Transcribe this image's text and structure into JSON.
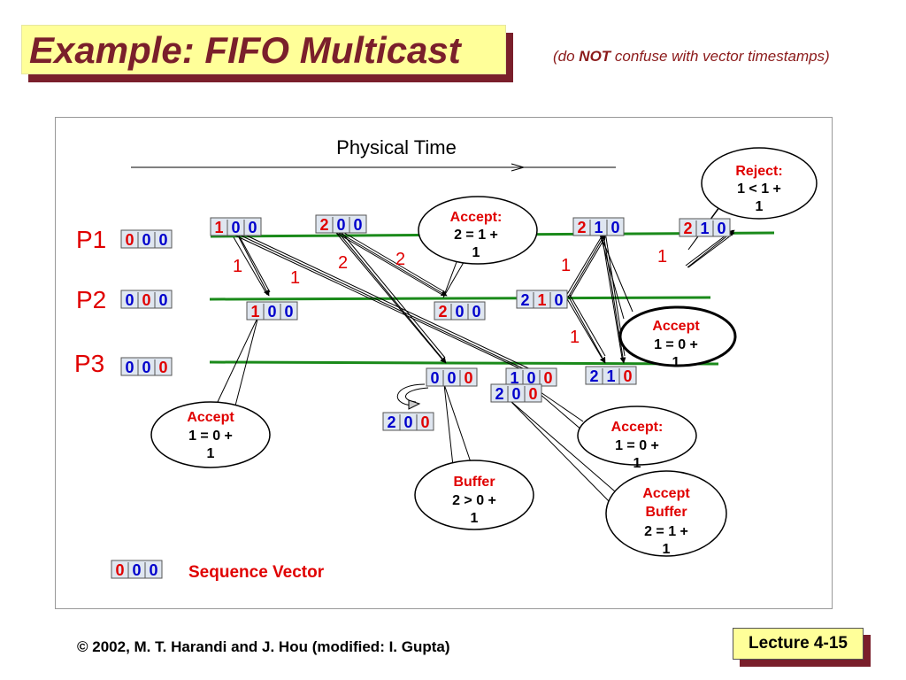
{
  "title": "Example: FIFO Multicast",
  "subtitle": {
    "prefix": "(do ",
    "emphasis": "NOT",
    "suffix": " confuse with vector timestamps)"
  },
  "diagram": {
    "physical_time_label": "Physical Time",
    "process_labels": [
      "P1",
      "P2",
      "P3"
    ],
    "legend_label": "Sequence Vector",
    "message_labels": [
      "1",
      "1",
      "2",
      "2",
      "1",
      "1",
      "1"
    ],
    "callouts": [
      {
        "line1": "Reject:",
        "line2": "1 < 1 +",
        "line3": "1"
      },
      {
        "line1": "Accept:",
        "line2": "2 = 1 +",
        "line3": "1"
      },
      {
        "line1": "Accept",
        "line2": "1 = 0 +",
        "line3": "1"
      },
      {
        "line1": "Accept",
        "line2": "1 = 0 +",
        "line3": "1"
      },
      {
        "line1": "Accept:",
        "line2": "1 = 0 +",
        "line3": "1"
      },
      {
        "line1": "Buffer",
        "line2": "2 > 0 +",
        "line3": "1"
      },
      {
        "line1": "Accept",
        "line2": "Buffer",
        "line3": "2 = 1 +",
        "line4": "1"
      }
    ],
    "vectors": [
      {
        "v": [
          "0",
          "0",
          "0"
        ]
      },
      {
        "v": [
          "0",
          "0",
          "0"
        ]
      },
      {
        "v": [
          "0",
          "0",
          "0"
        ]
      },
      {
        "v": [
          "1",
          "0",
          "0"
        ]
      },
      {
        "v": [
          "2",
          "0",
          "0"
        ]
      },
      {
        "v": [
          "2",
          "1",
          "0"
        ]
      },
      {
        "v": [
          "2",
          "1",
          "0"
        ]
      },
      {
        "v": [
          "1",
          "0",
          "0"
        ]
      },
      {
        "v": [
          "2",
          "0",
          "0"
        ]
      },
      {
        "v": [
          "2",
          "1",
          "0"
        ]
      },
      {
        "v": [
          "0",
          "0",
          "0"
        ]
      },
      {
        "v": [
          "1",
          "0",
          "0"
        ]
      },
      {
        "v": [
          "2",
          "0",
          "0"
        ]
      },
      {
        "v": [
          "2",
          "1",
          "0"
        ]
      },
      {
        "v": [
          "2",
          "0",
          "0"
        ]
      },
      {
        "v": [
          "0",
          "0",
          "0"
        ]
      }
    ]
  },
  "colors": {
    "title": "#7a1f2b",
    "title_bg": "#ffff99",
    "red": "#e00000",
    "blue": "#0000cc",
    "green": "#1a8a1a",
    "subtitle": "#8b1a1a"
  },
  "footer": "© 2002, M. T. Harandi and J. Hou (modified: I. Gupta)",
  "lecture": "Lecture 4-15"
}
